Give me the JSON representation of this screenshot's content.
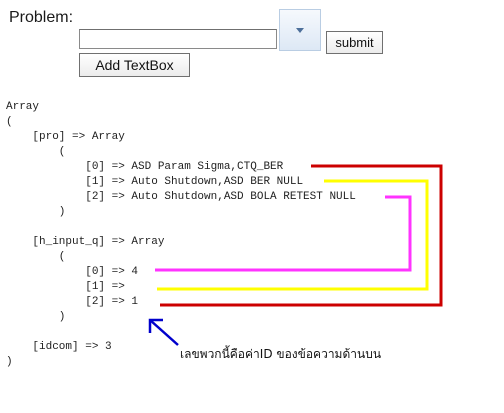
{
  "form": {
    "problem_label": "Problem:",
    "combo_value": "",
    "submit_label": "submit",
    "add_textbox_label": "Add TextBox"
  },
  "output": {
    "lines": [
      "Array",
      "(",
      "    [pro] => Array",
      "        (",
      "            [0] => ASD Param Sigma,CTQ_BER",
      "            [1] => Auto Shutdown,ASD BER NULL",
      "            [2] => Auto Shutdown,ASD BOLA RETEST NULL",
      "        )",
      "",
      "    [h_input_q] => Array",
      "        (",
      "            [0] => 4",
      "            [1] =>",
      "            [2] => 1",
      "        )",
      "",
      "    [idcom] => 3",
      ")"
    ]
  },
  "annotation": {
    "note": "เลขพวกนี้คือค่าID ของข้อความด้านบน",
    "colors": {
      "red": "#cc0000",
      "yellow": "#ffff00",
      "magenta": "#ff33ff",
      "arrow": "#0000cc"
    }
  }
}
